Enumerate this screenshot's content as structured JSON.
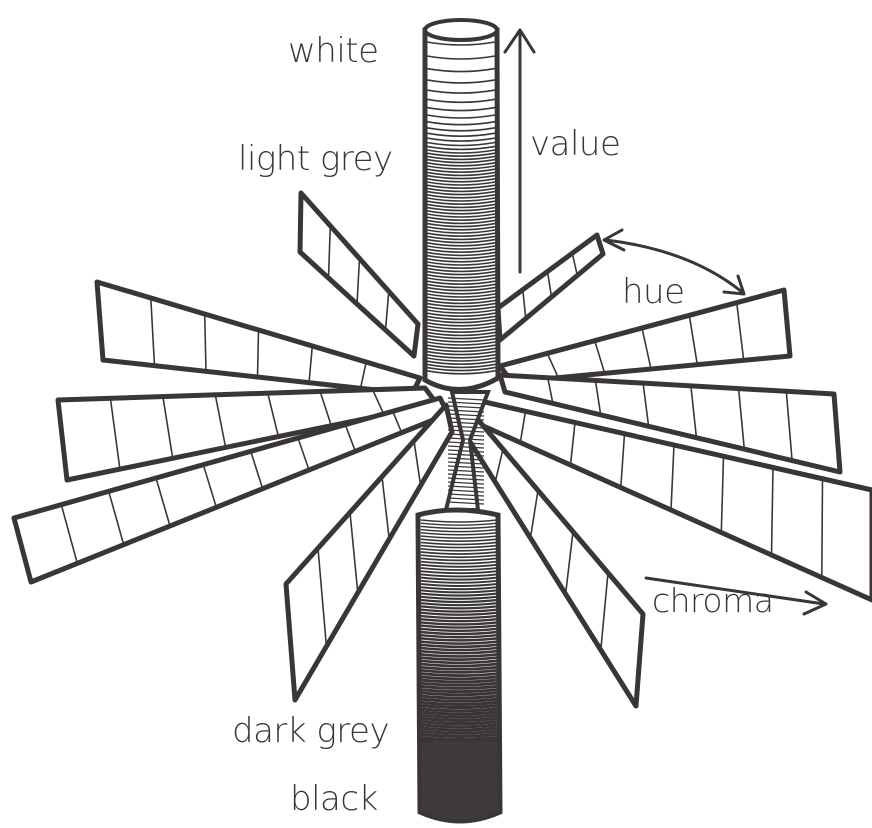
{
  "labels": {
    "white": "white",
    "light_grey": "light grey",
    "value": "value",
    "hue": "hue",
    "chroma": "chroma",
    "dark_grey": "dark grey",
    "black": "black"
  },
  "colors": {
    "ink": "#3a3636",
    "paper": "#ffffff",
    "black_cap": "#3f3b3b"
  }
}
